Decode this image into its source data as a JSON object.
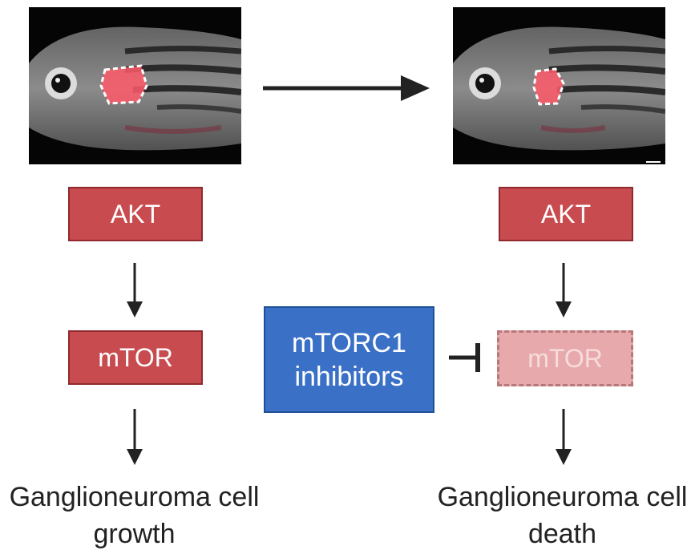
{
  "left": {
    "top_label": "AKT",
    "middle_label": "mTOR",
    "caption_line1": "Ganglioneuroma cell",
    "caption_line2": "growth"
  },
  "right": {
    "top_label": "AKT",
    "middle_label": "mTOR",
    "caption_line1": "Ganglioneuroma cell",
    "caption_line2": "death"
  },
  "drug": {
    "line1": "mTORC1",
    "line2": "inhibitors"
  },
  "colors": {
    "node_red": "#c84b4f",
    "node_faded": "#e7a9ab",
    "drug_blue": "#3a70c6",
    "arrow": "#222222",
    "tumor_fluorescence": "#ff5a6a"
  },
  "icons": {
    "photos": "zebrafish-fluorescence-image",
    "arrows": "arrow-down-icon",
    "inhibition": "inhibition-tbar-icon"
  }
}
